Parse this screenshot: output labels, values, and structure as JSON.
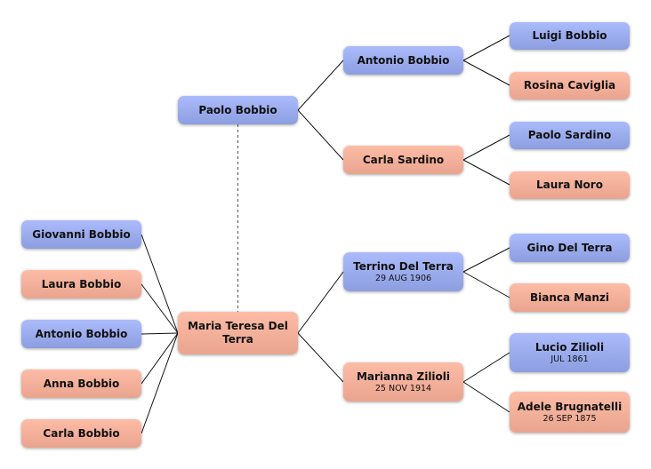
{
  "nodes": {
    "paolo": {
      "name": "Paolo Bobbio",
      "sex": "male"
    },
    "maria": {
      "name": "Maria Teresa Del Terra",
      "sex": "female"
    },
    "giovanni": {
      "name": "Giovanni Bobbio",
      "sex": "male"
    },
    "laura": {
      "name": "Laura Bobbio",
      "sex": "female"
    },
    "antonio2": {
      "name": "Antonio Bobbio",
      "sex": "male"
    },
    "anna": {
      "name": "Anna Bobbio",
      "sex": "female"
    },
    "carla2": {
      "name": "Carla Bobbio",
      "sex": "female"
    },
    "antonio": {
      "name": "Antonio Bobbio",
      "sex": "male"
    },
    "carla": {
      "name": "Carla Sardino",
      "sex": "female"
    },
    "terrino": {
      "name": "Terrino Del Terra",
      "date": "29 AUG 1906",
      "sex": "male"
    },
    "marianna": {
      "name": "Marianna Zilioli",
      "date": "25 NOV 1914",
      "sex": "female"
    },
    "luigi": {
      "name": "Luigi Bobbio",
      "sex": "male"
    },
    "rosina": {
      "name": "Rosina Caviglia",
      "sex": "female"
    },
    "paolos": {
      "name": "Paolo Sardino",
      "sex": "male"
    },
    "lauranoro": {
      "name": "Laura Noro",
      "sex": "female"
    },
    "gino": {
      "name": "Gino Del Terra",
      "sex": "male"
    },
    "bianca": {
      "name": "Bianca Manzi",
      "sex": "female"
    },
    "lucio": {
      "name": "Lucio Zilioli",
      "date": "JUL 1861",
      "sex": "male"
    },
    "adele": {
      "name": "Adele Brugnatelli",
      "date": "26 SEP 1875",
      "sex": "female"
    }
  },
  "colors": {
    "male": "#9dadf0",
    "female": "#f6b29c",
    "line": "#111111"
  }
}
